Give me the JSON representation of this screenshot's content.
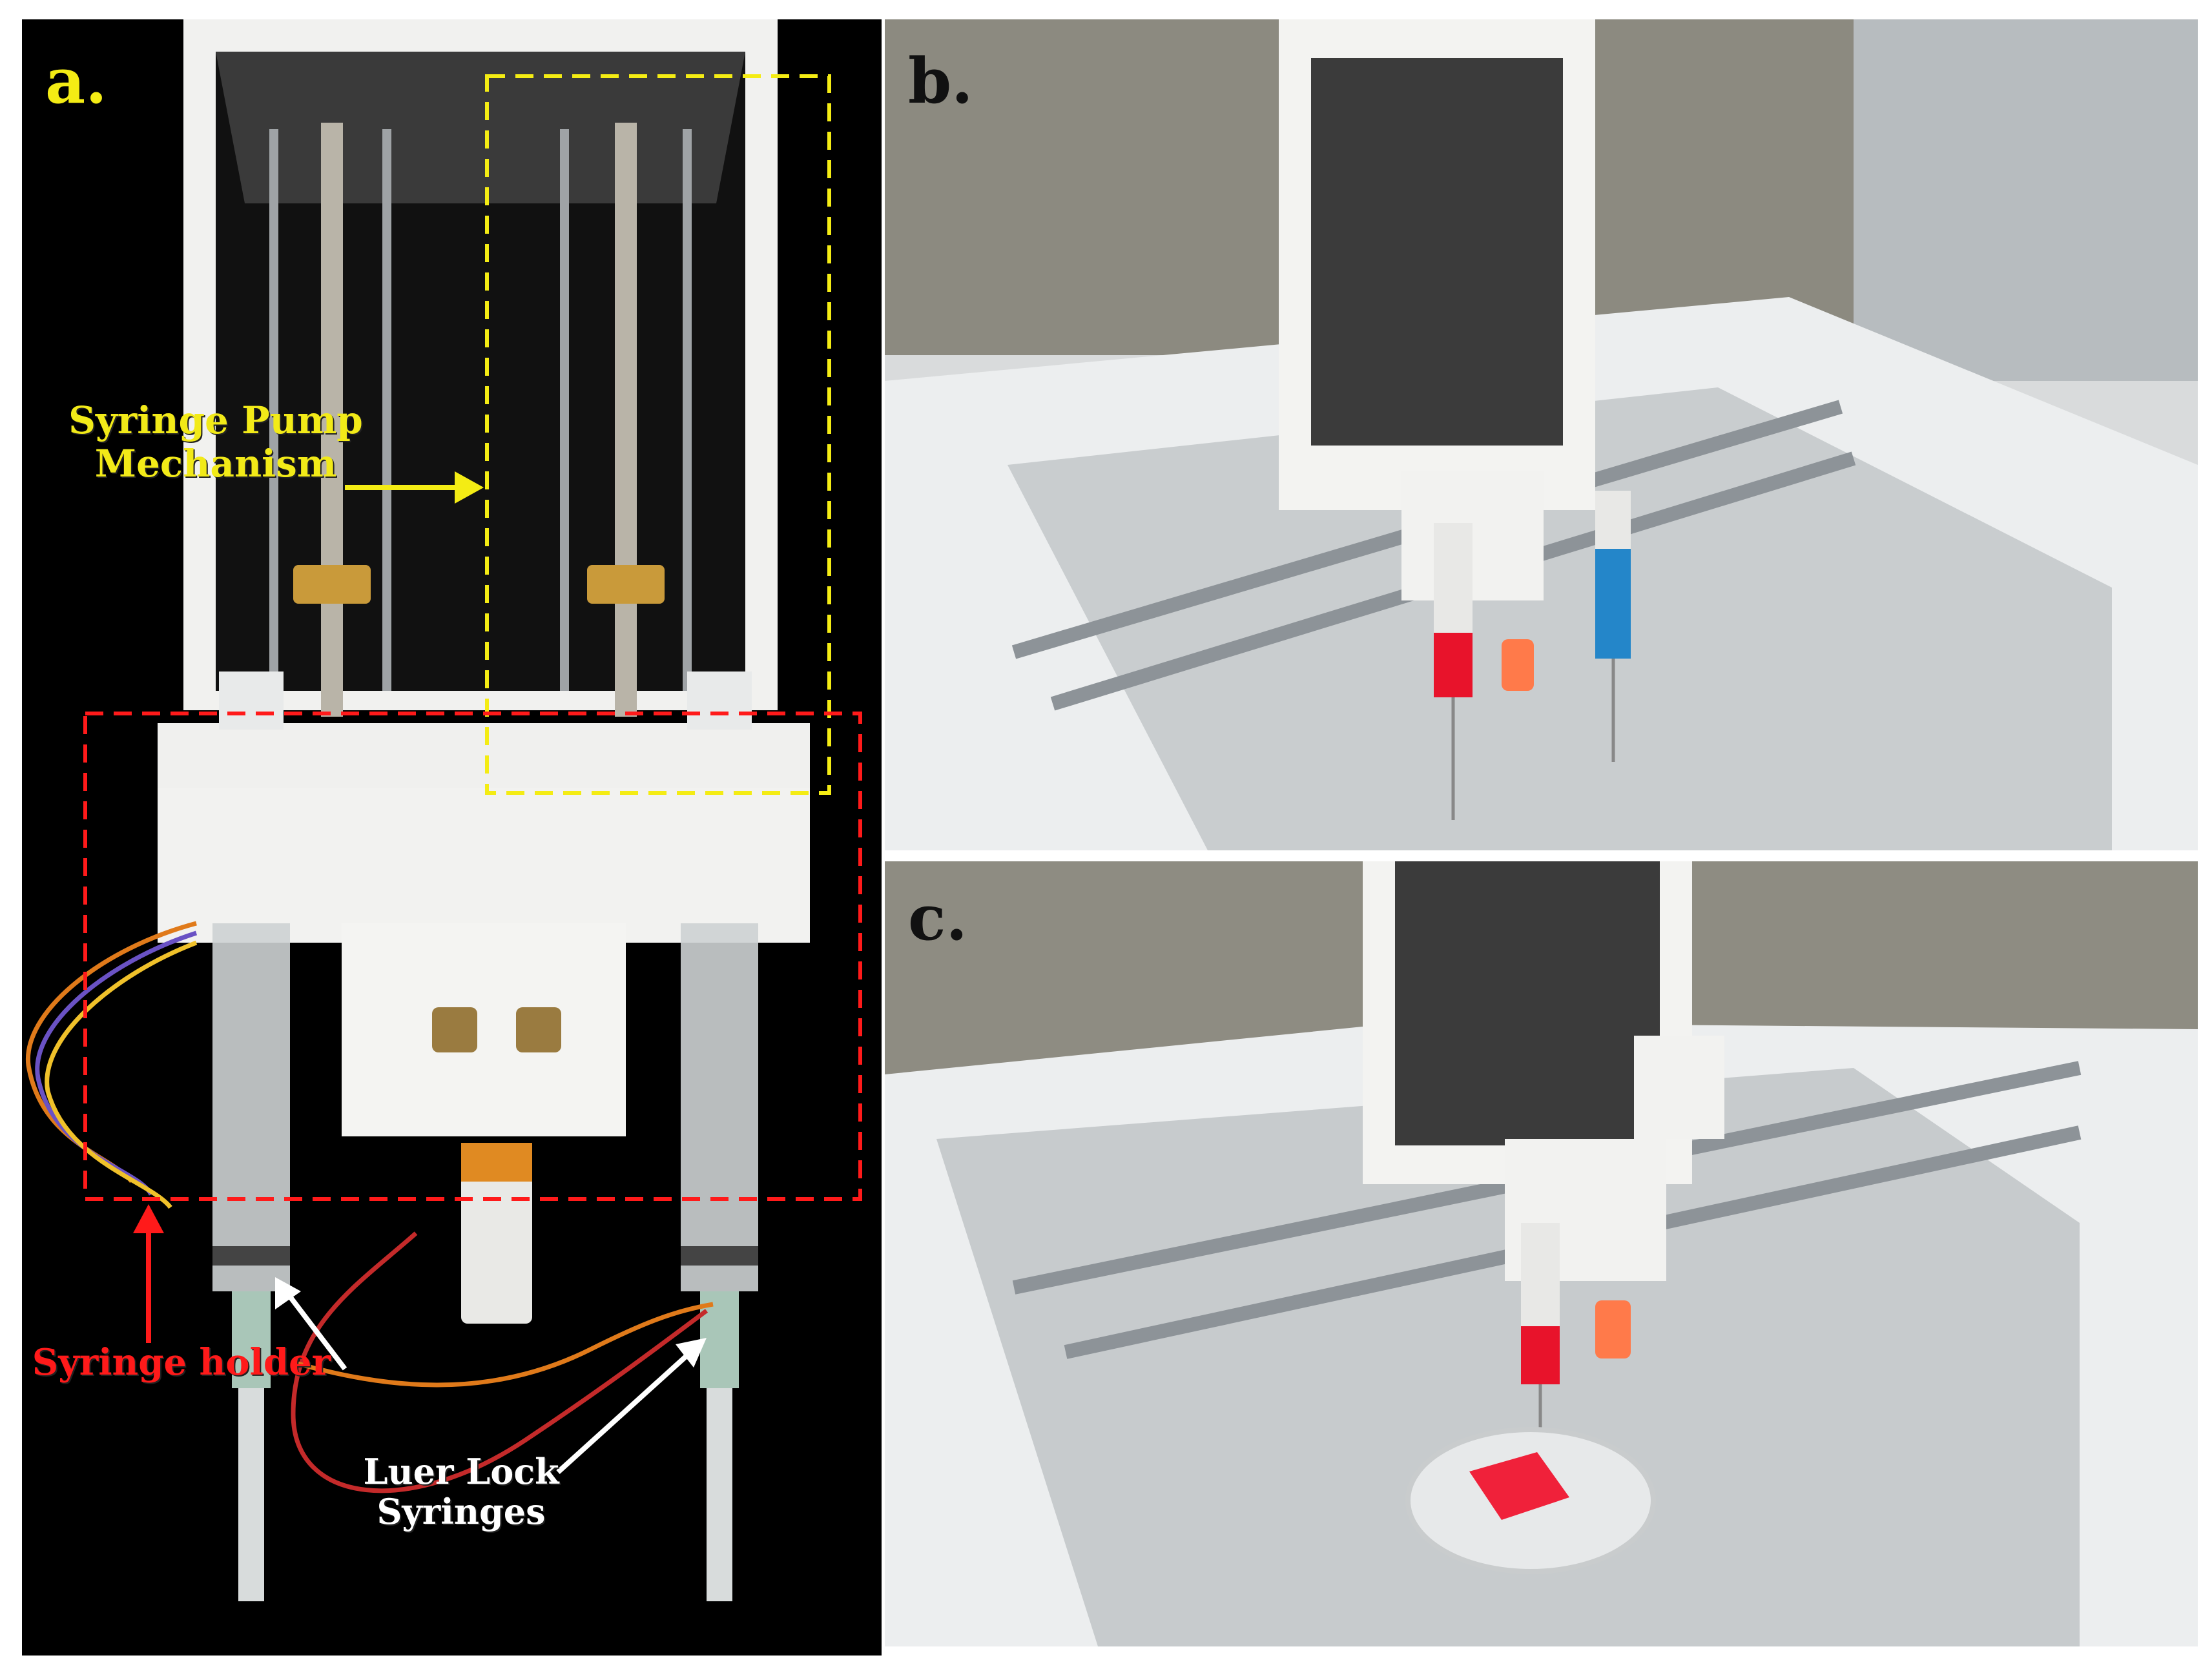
{
  "panels": {
    "a": {
      "label": "a.",
      "annotations": {
        "pump_mechanism": "Syringe Pump Mechanism",
        "syringe_holder": "Syringe holder",
        "luer_lock": "Luer Lock Syringes"
      },
      "colors": {
        "pump_box": "#f4ec14",
        "holder_box": "#ff1a1a",
        "luer_arrows": "#ffffff"
      }
    },
    "b": {
      "label": "b."
    },
    "c": {
      "label": "c."
    }
  }
}
